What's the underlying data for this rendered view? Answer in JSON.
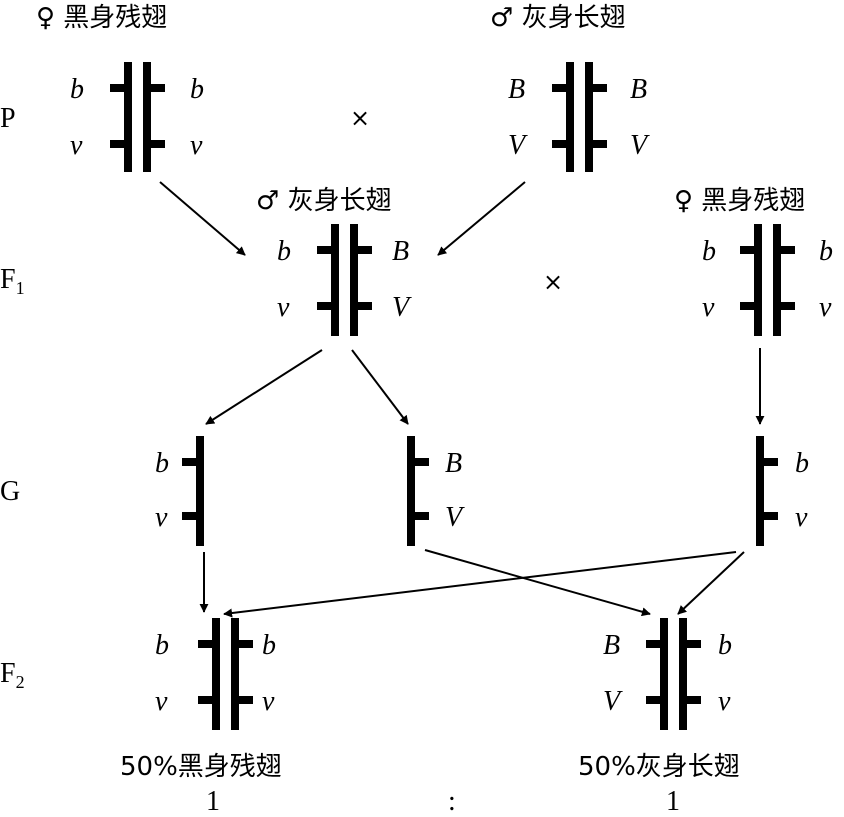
{
  "labels": {
    "p_female": "♀ 黑身残翅",
    "p_male": "♂ 灰身长翅",
    "f1_male": "♂ 灰身长翅",
    "f1_female": "♀ 黑身残翅",
    "cross": "×"
  },
  "generations": {
    "p": "P",
    "f1": {
      "main": "F",
      "sub": "1"
    },
    "g": "G",
    "f2": {
      "main": "F",
      "sub": "2"
    }
  },
  "alleles": {
    "p_female": {
      "left_top": "b",
      "left_bottom": "v",
      "right_top": "b",
      "right_bottom": "v"
    },
    "p_male": {
      "left_top": "B",
      "left_bottom": "V",
      "right_top": "B",
      "right_bottom": "V"
    },
    "f1_male": {
      "left_top": "b",
      "left_bottom": "v",
      "right_top": "B",
      "right_bottom": "V"
    },
    "f1_female": {
      "left_top": "b",
      "left_bottom": "v",
      "right_top": "b",
      "right_bottom": "v"
    },
    "gamete_1": {
      "top": "b",
      "bottom": "v"
    },
    "gamete_2": {
      "top": "B",
      "bottom": "V"
    },
    "gamete_3": {
      "top": "b",
      "bottom": "v"
    },
    "f2_left": {
      "left_top": "b",
      "left_bottom": "v",
      "right_top": "b",
      "right_bottom": "v"
    },
    "f2_right": {
      "left_top": "B",
      "left_bottom": "V",
      "right_top": "b",
      "right_bottom": "v"
    }
  },
  "results": {
    "left": "50%黑身残翅",
    "right": "50%灰身长翅",
    "ratio_left": "1",
    "ratio_sep": ":",
    "ratio_right": "1"
  }
}
